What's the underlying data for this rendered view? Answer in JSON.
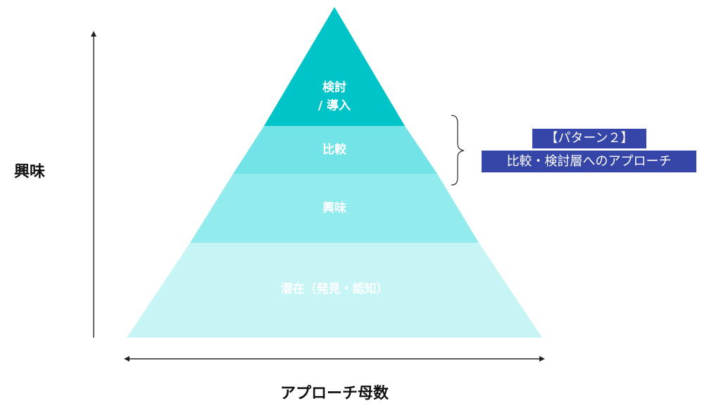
{
  "pyramid": {
    "tiers": [
      {
        "lines": [
          "検討",
          "/ 導入"
        ],
        "color": "#00c4c8"
      },
      {
        "lines": [
          "比較"
        ],
        "color": "#72e3e6"
      },
      {
        "lines": [
          "興味"
        ],
        "color": "#92ebec"
      },
      {
        "lines": [
          "潜在（発見・認知）"
        ],
        "color": "#c7f4f4"
      }
    ]
  },
  "axes": {
    "y_label": "興味",
    "x_label": "アプローチ母数"
  },
  "callout": {
    "title": "【パターン２】",
    "subtitle": "比較・検討層へのアプローチ",
    "background": "#3545a8"
  }
}
